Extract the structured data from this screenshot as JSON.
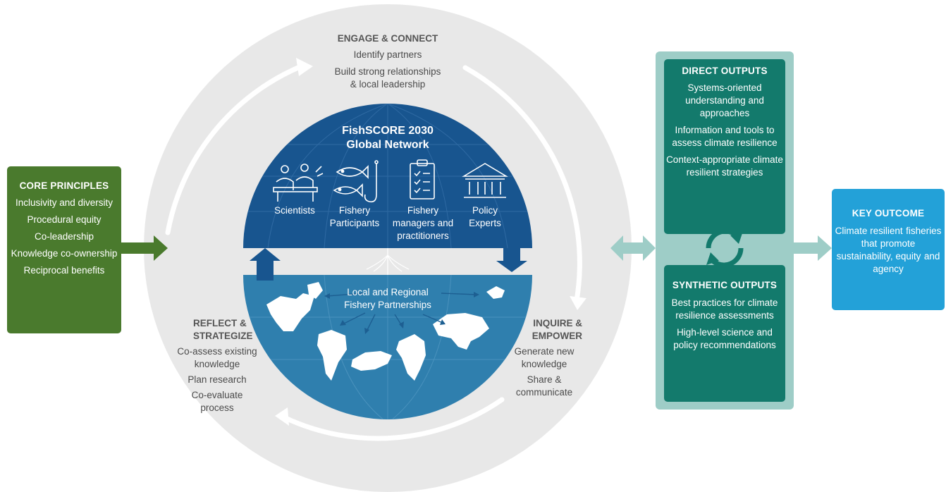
{
  "colors": {
    "ring": "#e8e8e8",
    "navy": "#18558f",
    "ocean": "#2f7fae",
    "principles_green": "#4a7a2d",
    "outputs_frame": "#9ecdc7",
    "outputs_teal": "#137a6c",
    "outcome_blue": "#23a1d8"
  },
  "engage": {
    "title": "ENGAGE & CONNECT",
    "items": [
      "Identify partners",
      "Build strong relationships",
      "& local leadership"
    ]
  },
  "reflect": {
    "title_line1": "REFLECT &",
    "title_line2": "STRATEGIZE",
    "items": [
      "Co-assess existing",
      "knowledge",
      "Plan research",
      "Co-evaluate",
      "process"
    ]
  },
  "inquire": {
    "title_line1": "INQUIRE &",
    "title_line2": "EMPOWER",
    "items": [
      "Generate new",
      "knowledge",
      "Share &",
      "communicate"
    ]
  },
  "network": {
    "title_line1": "FishSCORE 2030",
    "title_line2": "Global Network",
    "groups": [
      {
        "icon": "scientists-icon",
        "label_lines": [
          "Scientists"
        ]
      },
      {
        "icon": "fish-hook-icon",
        "label_lines": [
          "Fishery",
          "Participants"
        ]
      },
      {
        "icon": "clipboard-checklist-icon",
        "label_lines": [
          "Fishery",
          "managers and",
          "practitioners"
        ]
      },
      {
        "icon": "government-building-icon",
        "label_lines": [
          "Policy",
          "Experts"
        ]
      }
    ]
  },
  "partnerships": {
    "label_line1": "Local and Regional",
    "label_line2": "Fishery Partnerships"
  },
  "core_principles": {
    "title": "CORE PRINCIPLES",
    "items": [
      [
        "Inclusivity and",
        "diversity"
      ],
      [
        "Procedural equity"
      ],
      [
        "Co-leadership"
      ],
      [
        "Knowledge",
        "co-ownership"
      ],
      [
        "Reciprocal benefits"
      ]
    ]
  },
  "direct_outputs": {
    "title": "DIRECT OUTPUTS",
    "items": [
      [
        "Systems-oriented",
        "understanding and",
        "approaches"
      ],
      [
        "Information and tools",
        "to assess climate",
        "resilience"
      ],
      [
        "Context-appropriate",
        "climate resilient",
        "strategies"
      ]
    ]
  },
  "synthetic_outputs": {
    "title_line1": "SYNTHETIC",
    "title_line2": "OUTPUTS",
    "items": [
      [
        "Best practices for",
        "climate resilience",
        "assessments"
      ],
      [
        "High-level science",
        "and policy",
        "recommendations"
      ]
    ]
  },
  "key_outcome": {
    "title": "KEY OUTCOME",
    "lines": [
      "Climate resilient",
      "fisheries that",
      "promote",
      "sustainability, equity",
      "and agency"
    ]
  }
}
